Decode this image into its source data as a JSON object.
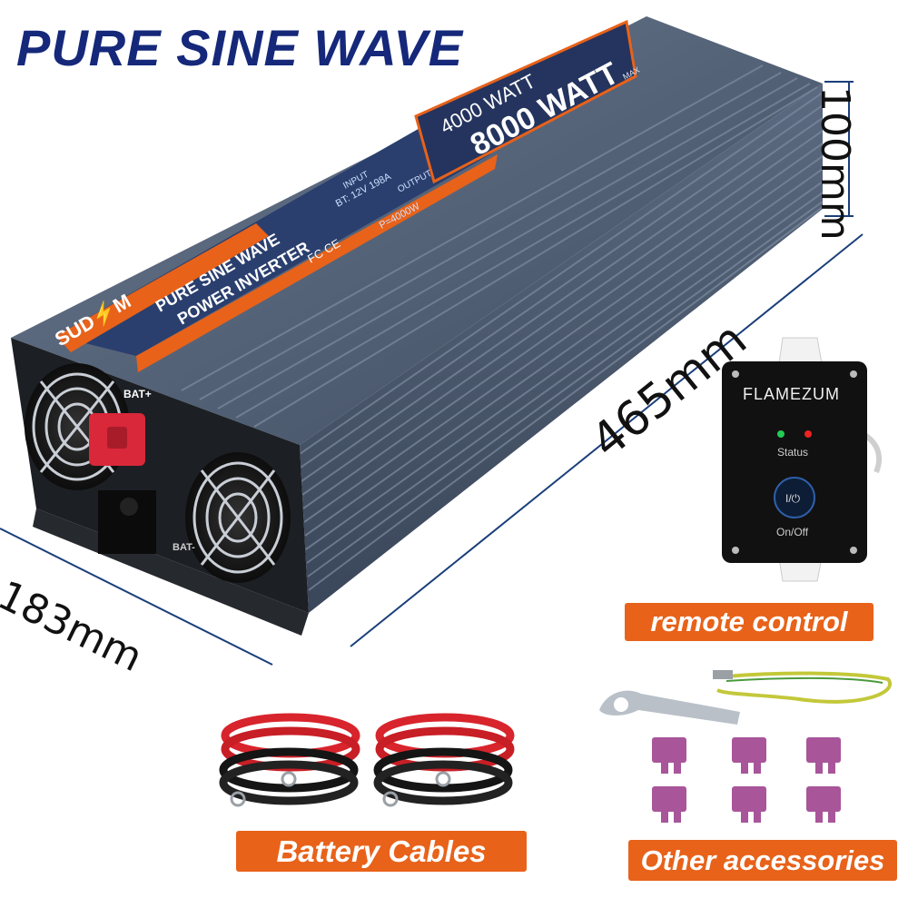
{
  "headline": "PURE SINE WAVE",
  "dimensions": {
    "depth": "465mm",
    "height": "100mm",
    "width": "183mm"
  },
  "inverter": {
    "brand": "SUD⚡M",
    "panel_line1": "PURE SINE WAVE",
    "panel_line2": "POWER INVERTER",
    "rated": "4000 WATT",
    "peak": "8000 WATT",
    "peak_suffix": "MAX",
    "input_heading": "INPUT",
    "input_spec": "BT: 12V  198A",
    "output_heading": "OUTPUT",
    "output_spec": "P=4000W",
    "terminal_pos": "BAT+",
    "terminal_neg": "BAT-",
    "certifications": "FC CE"
  },
  "remote": {
    "brand": "FLAMEZUM",
    "status": "Status",
    "power_symbol": "I/⏻",
    "onoff": "On/Off"
  },
  "labels": {
    "remote": "remote control",
    "cables": "Battery Cables",
    "accessories": "Other accessories"
  },
  "colors": {
    "headline": "#15287a",
    "accent": "#e8621a",
    "body": "#4d5b70",
    "label_panel": "#2a3f6e"
  }
}
